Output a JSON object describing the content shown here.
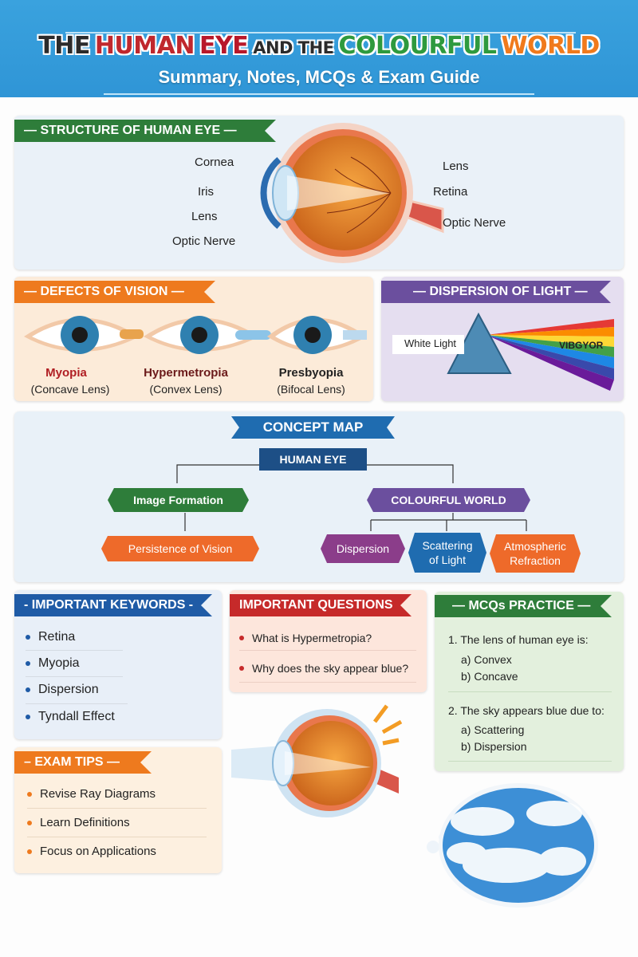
{
  "header": {
    "title_parts": [
      {
        "text": "THE",
        "color": "#2b2b2b"
      },
      {
        "text": "HUMAN",
        "color": "#c0272d"
      },
      {
        "text": "EYE",
        "color": "#b8182a"
      },
      {
        "text": "AND THE",
        "color": "#2b2b2b"
      },
      {
        "text": "COLOURFUL",
        "color": "#2e9a3e"
      },
      {
        "text": "WORLD",
        "color": "#f07a1c"
      }
    ],
    "subtitle": "Summary, Notes, MCQs & Exam Guide"
  },
  "structure": {
    "heading": "— STRUCTURE OF HUMAN EYE —",
    "labels_left": [
      "Cornea",
      "Iris",
      "Lens",
      "Optic Nerve"
    ],
    "labels_right": [
      "Lens",
      "Retina",
      "Optic Nerve"
    ]
  },
  "defects": {
    "heading": "— DEFECTS OF VISION —",
    "items": [
      {
        "name": "Myopia",
        "lens": "(Concave Lens)",
        "color": "#b01e23"
      },
      {
        "name": "Hypermetropia",
        "lens": "(Convex Lens)",
        "color": "#6b1a1a"
      },
      {
        "name": "Presbyopia",
        "lens": "(Bifocal Lens)",
        "color": "#2b2b2b"
      }
    ]
  },
  "dispersion": {
    "heading": "— DISPERSION OF LIGHT —",
    "input_label": "White Light",
    "output_label": "VIBGYOR"
  },
  "concept_map": {
    "heading": "CONCEPT MAP",
    "root": "HUMAN EYE",
    "branches": [
      {
        "label": "Image Formation",
        "children": [
          "Persistence of Vision"
        ]
      },
      {
        "label": "COLOURFUL WORLD",
        "children": [
          "Dispersion",
          "Scattering of Light",
          "Atmospheric Refraction"
        ]
      }
    ]
  },
  "keywords": {
    "heading": "- IMPORTANT KEYWORDS -",
    "items": [
      "Retina",
      "Myopia",
      "Dispersion",
      "Tyndall Effect"
    ]
  },
  "questions": {
    "heading": "IMPORTANT QUESTIONS",
    "items": [
      "What is Hypermetropia?",
      "Why does the sky appear blue?"
    ]
  },
  "mcqs": {
    "heading": "— MCQs PRACTICE —",
    "items": [
      {
        "q": "1. The lens of human eye is:",
        "options": [
          "a) Convex",
          "b) Concave"
        ]
      },
      {
        "q": "2. The sky appears blue due to:",
        "options": [
          "a) Scattering",
          "b) Dispersion"
        ]
      }
    ]
  },
  "exam_tips": {
    "heading": "– EXAM TIPS —",
    "items": [
      "Revise Ray Diagrams",
      "Learn Definitions",
      "Focus on Applications"
    ]
  },
  "colors": {
    "green": "#2e7d3a",
    "orange": "#ee7a1e",
    "purple": "#6b4f9e",
    "blue": "#1f5ba6",
    "navy": "#1d4f86",
    "red": "#c62a2a"
  }
}
